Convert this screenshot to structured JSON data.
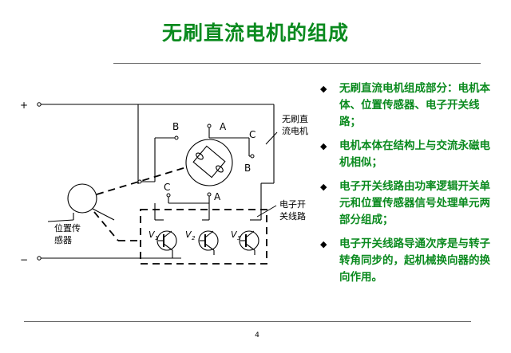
{
  "title": "无刷直流电机的组成",
  "page_number": "4",
  "bullets": [
    "电子开关线路导通次序是与转子转角同步的，起机械换向器的换向作用。",
    "无刷直流电机组成部分：电机本体、位置传感器、电子开关线路；",
    "电机本体在结构上与交流永磁电机相似；",
    "电子开关线路由功率逻辑开关单元和位置传感器信号处理单元两部分组成；"
  ],
  "diagram": {
    "plus": "+",
    "minus": "−",
    "motor_label_1": "无刷直",
    "motor_label_2": "流电机",
    "switch_label_1": "电子开",
    "switch_label_2": "关线路",
    "sensor_label_1": "位置传",
    "sensor_label_2": "感器",
    "A1": "A",
    "B1": "B",
    "C1": "C",
    "A2": "A",
    "B2": "B",
    "C2": "C",
    "V1": "V",
    "V1_sub": "1",
    "V2": "V",
    "V2_sub": "2",
    "V3": "V",
    "V3_sub": "3"
  }
}
